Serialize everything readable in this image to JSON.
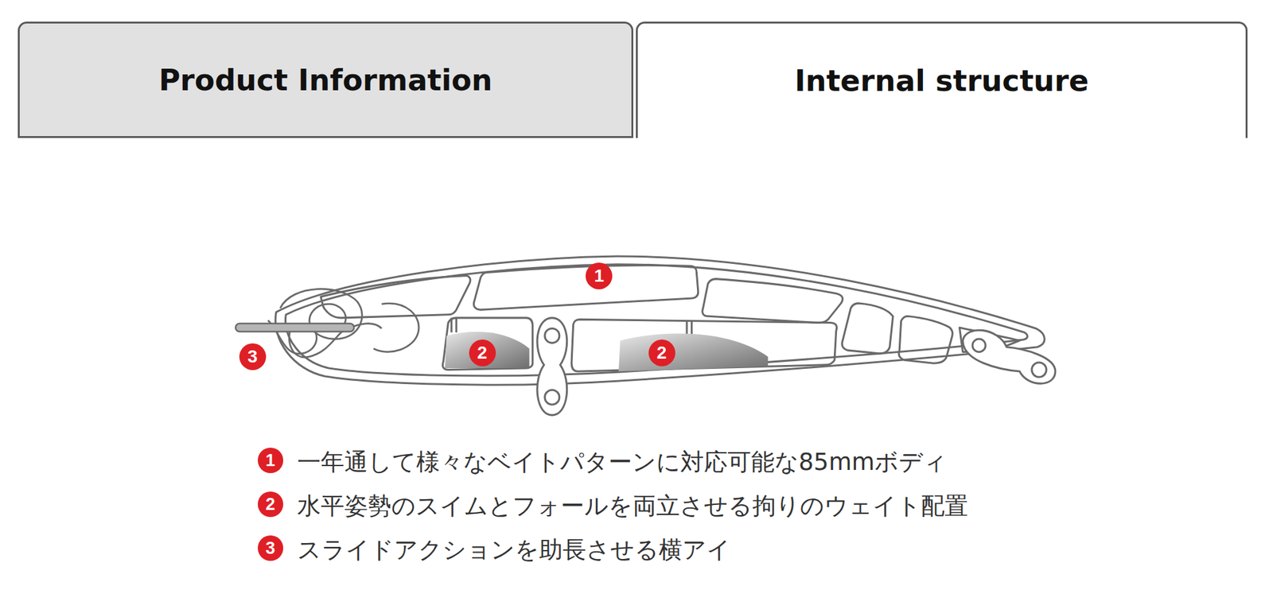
{
  "diagram": {
    "nodes": [
      {
        "text": [
          "Product Information"
        ]
      },
      {
        "text": [
          "Internal structure"
        ]
      },
      {
        "text": [
          "1"
        ]
      },
      {
        "text": [
          "2"
        ]
      },
      {
        "text": [
          "2"
        ]
      },
      {
        "text": [
          "3"
        ]
      },
      {
        "text": [
          "1"
        ]
      },
      {
        "text": [
          "2"
        ]
      },
      {
        "text": [
          "3"
        ]
      }
    ],
    "labels": [
      "一年通して様々なベイトパターンに対応可能な85mmボディ",
      "水平姿勢のスイムとフォールを両立させる拘りのウェイト配置",
      "スライドアクションを助長させる横アイ"
    ]
  }
}
